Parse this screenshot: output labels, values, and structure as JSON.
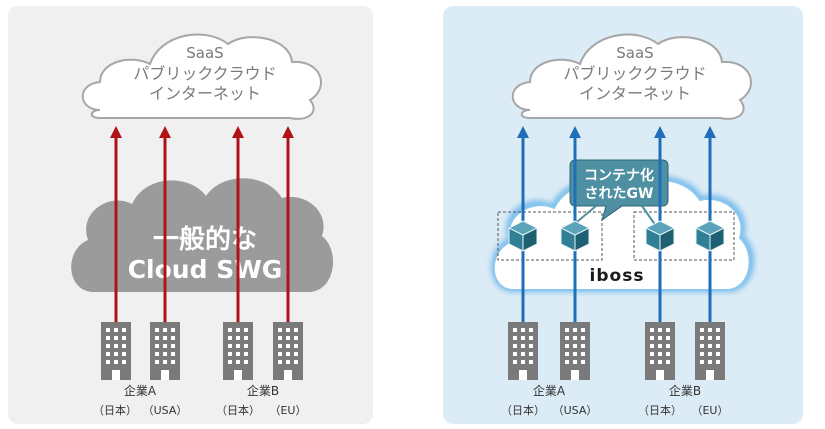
{
  "left": {
    "cloud_lines": [
      "SaaS",
      "パブリッククラウド",
      "インターネット"
    ],
    "middle_lines": [
      "一般的な",
      "Cloud SWG"
    ],
    "groups": [
      {
        "label": "企業A",
        "sites": [
          "（日本）",
          "（USA）"
        ]
      },
      {
        "label": "企業B",
        "sites": [
          "（日本）",
          "（EU）"
        ]
      }
    ]
  },
  "right": {
    "cloud_lines": [
      "SaaS",
      "パブリッククラウド",
      "インターネット"
    ],
    "callout_lines": [
      "コンテナ化",
      "されたGW"
    ],
    "brand": "iboss",
    "groups": [
      {
        "label": "企業A",
        "sites": [
          "（日本）",
          "（USA）"
        ]
      },
      {
        "label": "企業B",
        "sites": [
          "（日本）",
          "（EU）"
        ]
      }
    ]
  },
  "colors": {
    "arrow_left": "#b01218",
    "arrow_right": "#1f6fb8",
    "container_cube": "#2f7f96",
    "building": "#7a7a7a"
  }
}
